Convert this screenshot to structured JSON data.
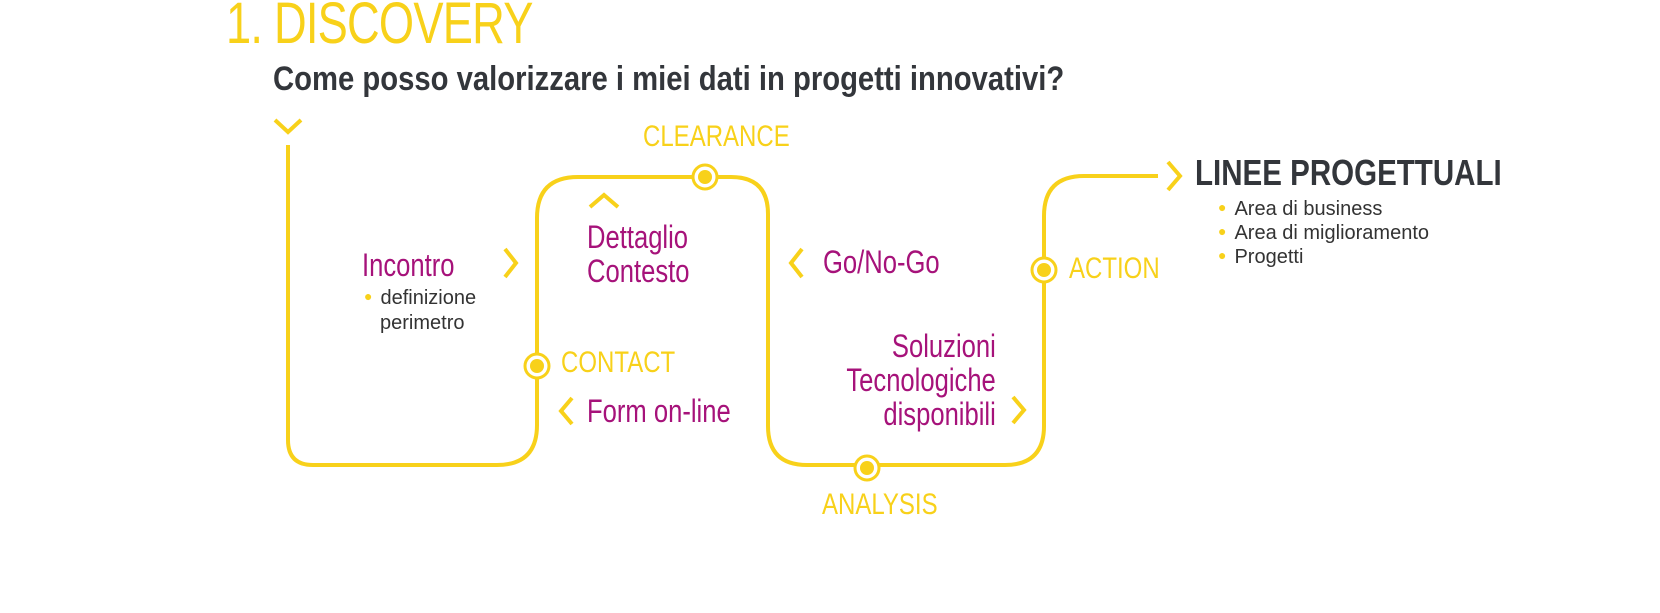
{
  "header": {
    "title": "1. DISCOVERY",
    "subtitle": "Come posso valorizzare i miei dati in progetti innovativi?"
  },
  "colors": {
    "accent": "#f8d11a",
    "magenta": "#a6127a",
    "dark": "#33363b"
  },
  "stages": {
    "clearance": "CLEARANCE",
    "contact": "CONTACT",
    "analysis": "ANALYSIS",
    "action": "ACTION"
  },
  "steps": {
    "incontro": {
      "label": "Incontro",
      "detail_line1": "definizione",
      "detail_line2": "perimetro"
    },
    "dettaglio": {
      "line1": "Dettaglio",
      "line2": "Contesto"
    },
    "gonogo": "Go/No-Go",
    "form": "Form on-line",
    "soluzioni": {
      "line1": "Soluzioni",
      "line2": "Tecnologiche",
      "line3": "disponibili"
    }
  },
  "result": {
    "title": "LINEE PROGETTUALI",
    "items": [
      "Area di business",
      "Area di miglioramento",
      "Progetti"
    ]
  }
}
